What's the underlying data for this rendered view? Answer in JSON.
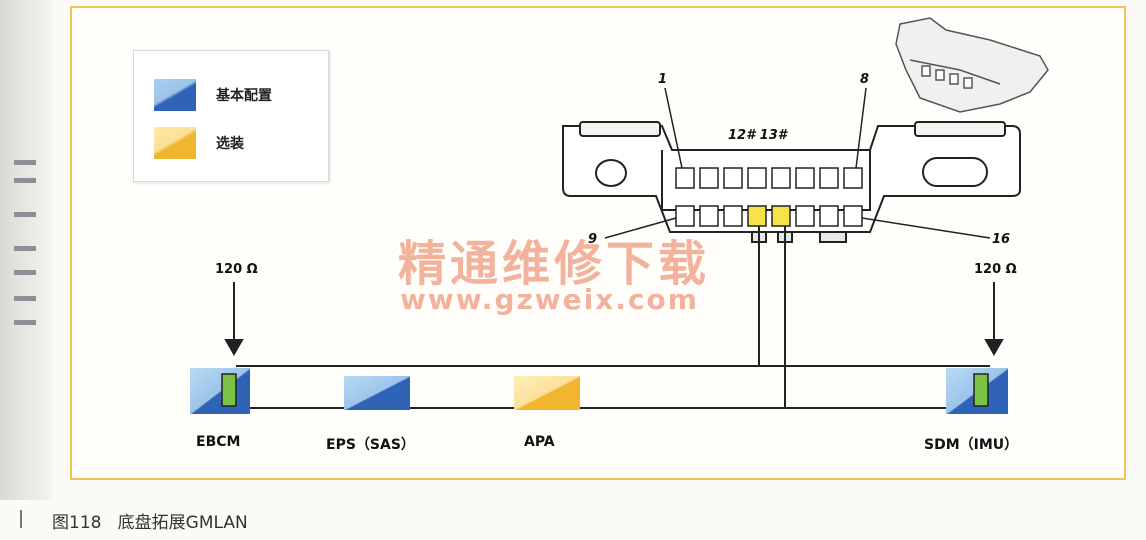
{
  "legend": {
    "items": [
      {
        "label": "基本配置",
        "color": "#2f63b8"
      },
      {
        "label": "选装",
        "color": "#f0b62e"
      }
    ]
  },
  "connector": {
    "pin_top_left": "1",
    "pin_top_right": "8",
    "pin_bottom_left": "9",
    "pin_bottom_right": "16",
    "highlight_pins": "12# 13#"
  },
  "terminators": {
    "left": "120 Ω",
    "right": "120 Ω"
  },
  "modules": [
    {
      "label": "EBCM",
      "color": "#2f63b8"
    },
    {
      "label": "EPS（SAS）",
      "color": "#2f63b8"
    },
    {
      "label": "APA",
      "color": "#f0b62e"
    },
    {
      "label": "SDM（IMU）",
      "color": "#2f63b8"
    }
  ],
  "watermark": {
    "line1": "精通维修下载",
    "line2": "www.gzweix.com"
  },
  "caption": "图118   底盘拓展GMLAN"
}
